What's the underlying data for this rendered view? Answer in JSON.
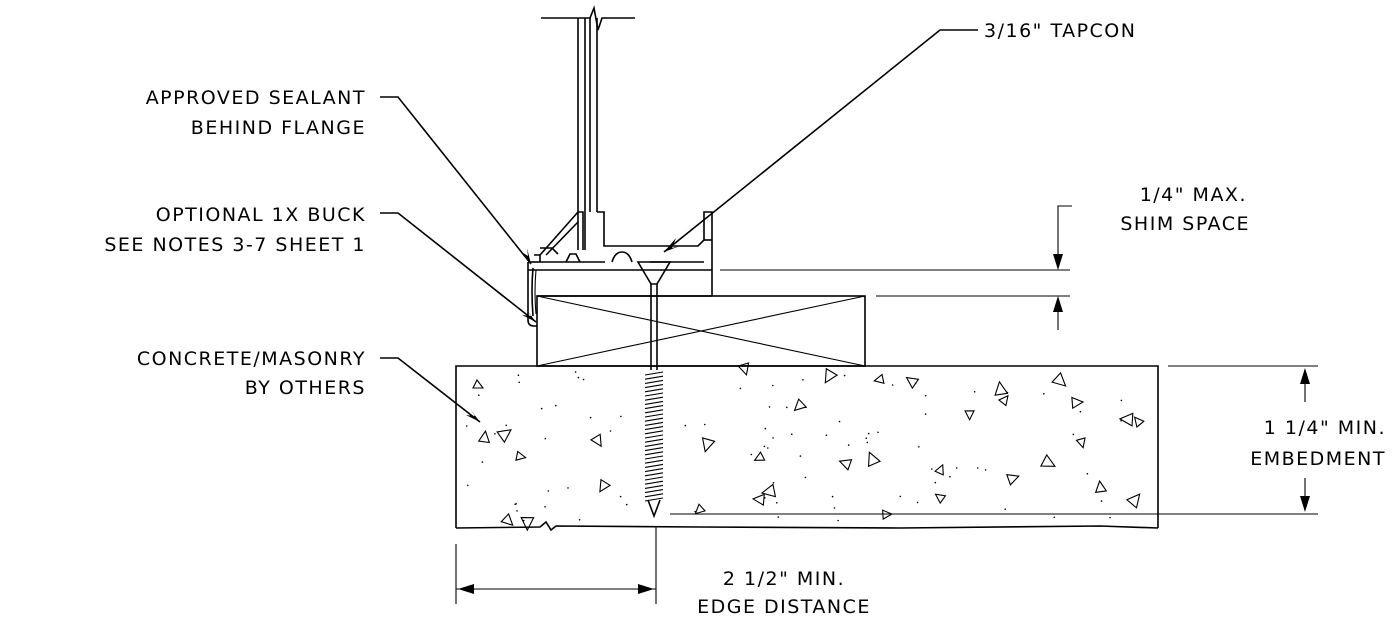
{
  "labels": {
    "tapcon": "3/16\" TAPCON",
    "sealant_line1": "APPROVED SEALANT",
    "sealant_line2": "BEHIND FLANGE",
    "buck_line1": "OPTIONAL 1X BUCK",
    "buck_line2": "SEE NOTES 3-7 SHEET 1",
    "concrete_line1": "CONCRETE/MASONRY",
    "concrete_line2": "BY OTHERS",
    "shim_line1": "1/4\" MAX.",
    "shim_line2": "SHIM SPACE",
    "embed_line1": "1 1/4\" MIN.",
    "embed_line2": "EMBEDMENT",
    "edge_line1": "2 1/2\" MIN.",
    "edge_line2": "EDGE DISTANCE"
  },
  "colors": {
    "line": "#000000",
    "background": "#ffffff"
  }
}
